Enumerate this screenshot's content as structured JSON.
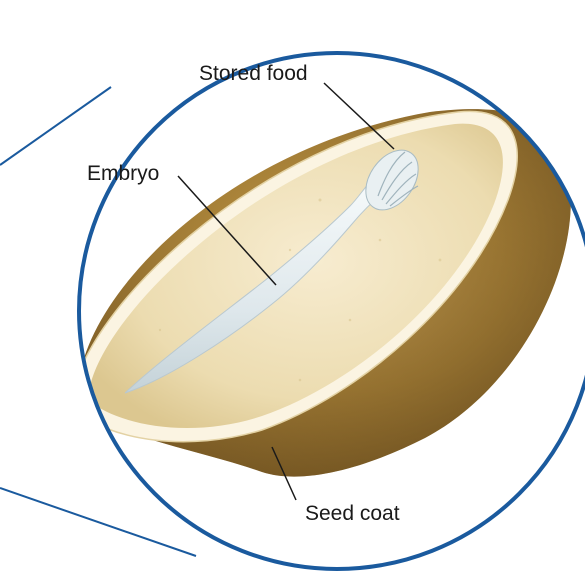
{
  "diagram": {
    "labels": {
      "stored_food": "Stored food",
      "embryo": "Embryo",
      "seed_coat": "Seed coat"
    },
    "colors": {
      "magnifier_ring": "#1a5a9e",
      "seed_coat": "#9a7430",
      "stored_food": "#efe2bd",
      "embryo": "#e6eef1",
      "leader_line": "#1a1a1a"
    }
  }
}
